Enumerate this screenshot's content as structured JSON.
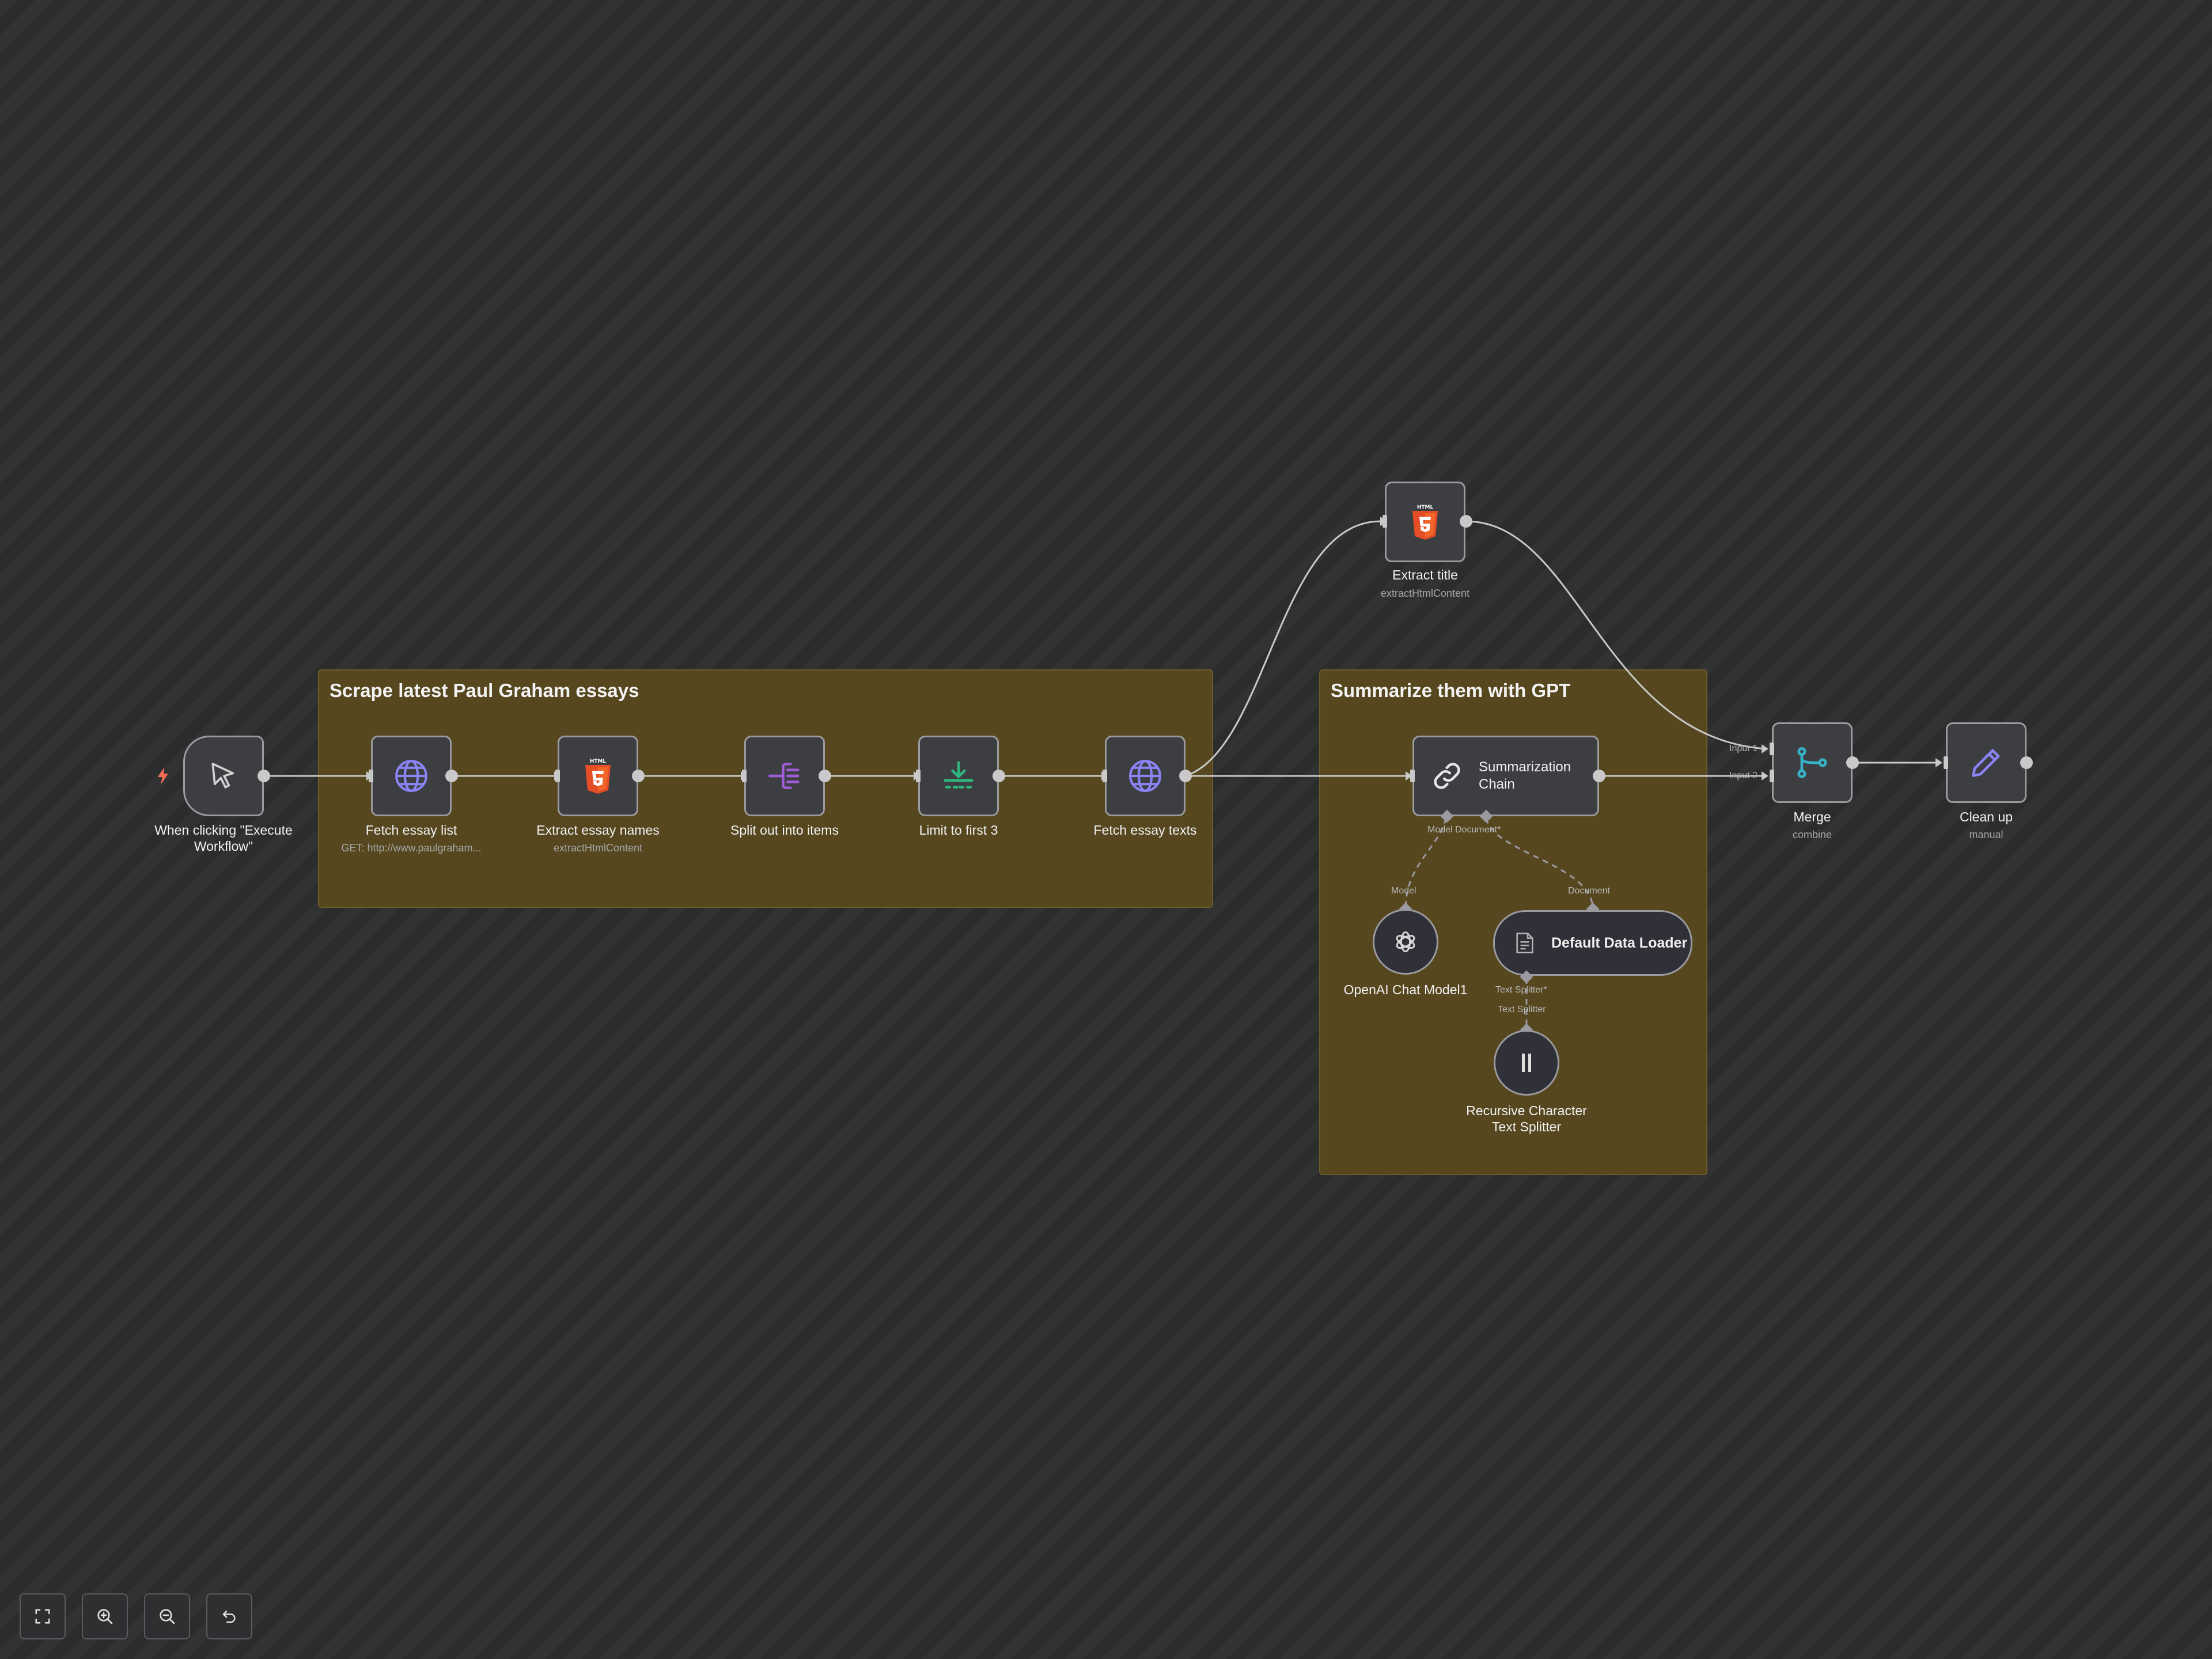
{
  "groups": {
    "scrape": {
      "title": "Scrape latest Paul Graham essays"
    },
    "summarize": {
      "title": "Summarize them with GPT"
    }
  },
  "nodes": {
    "trigger": {
      "label": "When clicking \"Execute Workflow\"",
      "icon": "cursor-icon"
    },
    "fetch_list": {
      "label": "Fetch essay list",
      "sub": "GET: http://www.paulgraham...",
      "icon": "globe-icon"
    },
    "extract_names": {
      "label": "Extract essay names",
      "sub": "extractHtmlContent",
      "icon": "html5-icon"
    },
    "split_out": {
      "label": "Split out into items",
      "icon": "split-icon"
    },
    "limit": {
      "label": "Limit to first 3",
      "icon": "limit-icon"
    },
    "fetch_texts": {
      "label": "Fetch essay texts",
      "icon": "globe-icon"
    },
    "extract_title": {
      "label": "Extract title",
      "sub": "extractHtmlContent",
      "icon": "html5-icon"
    },
    "summarization": {
      "label_line1": "Summarization",
      "label_line2": "Chain",
      "icon": "link-icon"
    },
    "openai": {
      "label": "OpenAI Chat Model1",
      "icon": "openai-icon"
    },
    "data_loader": {
      "label": "Default Data Loader",
      "icon": "document-icon"
    },
    "splitter": {
      "label_line1": "Recursive Character",
      "label_line2": "Text Splitter",
      "icon": "text-splitter-icon"
    },
    "merge": {
      "label": "Merge",
      "sub": "combine",
      "icon": "merge-icon"
    },
    "cleanup": {
      "label": "Clean up",
      "sub": "manual",
      "icon": "pencil-icon"
    }
  },
  "ports": {
    "model_doc": "Model Document*",
    "model": "Model",
    "document": "Document",
    "text_splitter_out": "Text Splitter*",
    "text_splitter_in": "Text Splitter",
    "input1": "Input 1",
    "input2": "Input 2"
  },
  "html5_badge": "HTML",
  "toolbar": [
    "fit-view",
    "zoom-in",
    "zoom-out",
    "undo"
  ],
  "colors": {
    "globe": "#8a84f5",
    "html5": "#e44d26",
    "split": "#a05cd6",
    "limit": "#2fb67c",
    "merge": "#37b3c9",
    "pencil": "#8a84f5",
    "trigger_bolt": "#ff6d5a"
  }
}
